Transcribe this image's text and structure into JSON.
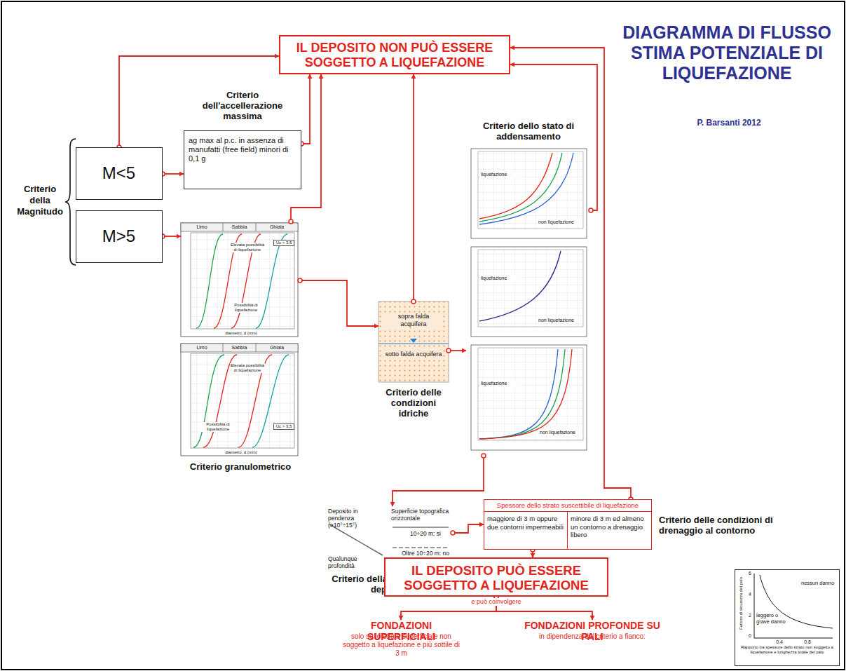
{
  "diagram": {
    "title": "DIAGRAMMA DI FLUSSO STIMA POTENZIALE DI LIQUEFAZIONE",
    "nodes": [
      {
        "text": [
          "IL DEPOSITO NON PUÒ ESSERE SOGGETTO A LIQUEFAZIONE"
        ]
      },
      {
        "text": [
          "M<5"
        ]
      },
      {
        "text": [
          "M>5"
        ]
      },
      {
        "text": [
          "Criterio dell'accellerazione massima",
          "ag max al p.c. in assenza di manufatti (free field) minori di 0,1 g"
        ]
      },
      {
        "text": [
          "Criterio granulometrico"
        ]
      },
      {
        "text": [
          "sopra falda acquifera",
          "sotto falda acquifera",
          "Criterio delle condizioni idriche"
        ]
      },
      {
        "text": [
          "Criterio dello stato di addensamento"
        ]
      },
      {
        "text": [
          "Deposito in pendenza (>10°÷15°)",
          "Superficie topografica orizzontale",
          "10÷20 m: si",
          "Qualunque profondità",
          "Oltre 10÷20 m: no",
          "Criterio della posizione del deposito"
        ]
      },
      {
        "text": [
          "Spessore dello strato suscettibile di liquefazione",
          "maggiore di 3 m oppure due contorni impermeabili",
          "minore di 3 m ed almeno un contorno a drenaggio libero",
          "Criterio delle condizioni di drenaggio al contorno"
        ]
      },
      {
        "text": [
          "IL DEPOSITO PUÒ ESSERE SOGGETTO A LIQUEFAZIONE"
        ]
      },
      {
        "text": [
          "FONDAZIONI SUPERFICIALI",
          "solo se lo strato superficiale non soggetto a liquefazione e più sottile di 3 m"
        ]
      },
      {
        "text": [
          "FONDAZIONI PROFONDE SU PALI",
          "in dipendenza del criterio a fianco:"
        ]
      },
      {
        "text": [
          "nessun danno",
          "leggero o grave danno",
          "Fattore di sicurezza del palo",
          "Rapporto tra spessore dello strato non soggetto a liquefazione e lunghezza totale del palo"
        ]
      }
    ],
    "edges": [
      {
        "from": 1,
        "to": 0,
        "arrow": "to"
      },
      {
        "from": 1,
        "to": 3,
        "arrow": "to"
      },
      {
        "from": 3,
        "to": 0,
        "arrow": "to"
      },
      {
        "from": 2,
        "to": 4,
        "arrow": "to"
      },
      {
        "from": 4,
        "to": 0,
        "arrow": "to"
      },
      {
        "from": 4,
        "to": 5,
        "arrow": "to"
      },
      {
        "from": 5,
        "to": 0,
        "arrow": "to"
      },
      {
        "from": 5,
        "to": 6,
        "arrow": "to"
      },
      {
        "from": 6,
        "to": 0,
        "arrow": "to"
      },
      {
        "from": 6,
        "to": 7,
        "arrow": "to"
      },
      {
        "from": 7,
        "to": 8,
        "arrow": "to"
      },
      {
        "from": 8,
        "to": 0,
        "arrow": "to"
      },
      {
        "from": 8,
        "to": 9,
        "arrow": "to"
      },
      {
        "from": 9,
        "to": 10,
        "arrow": "to"
      },
      {
        "from": 9,
        "to": 11,
        "arrow": "to"
      }
    ],
    "labels": [
      "P. Barsanti 2012",
      "Criterio della Magnitudo",
      "e può coinvolgere",
      "Limo",
      "Sabbia",
      "Ghiaia",
      "Elevata possibilità di liquefazione",
      "Possibilità di liquefazione",
      "Uc < 3,5",
      "diametro, d (mm)",
      "Limo",
      "Sabbia",
      "Ghiaia",
      "Elevata possibilità di liquefazione",
      "Possibilità di liquefazione",
      "Uc > 3,5",
      "diametro, d (mm)",
      "liquefazione",
      "non liquefazione",
      "liquefazione",
      "non liquefazione",
      "liquefazione",
      "non liquefazione",
      "6",
      "4",
      "2",
      "0",
      "0.4",
      "0.8"
    ]
  }
}
